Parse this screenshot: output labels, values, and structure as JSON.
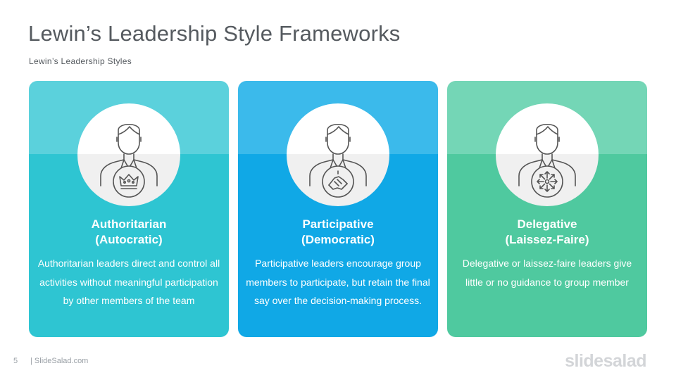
{
  "slide": {
    "title": "Lewin’s Leadership Style Frameworks",
    "subtitle": "Lewin’s Leadership Styles",
    "page_number": "5",
    "site": "| SlideSalad.com",
    "logo": "slidesalad"
  },
  "cards": [
    {
      "title_line1": "Authoritarian",
      "title_line2": "(Autocratic)",
      "description": "Authoritarian leaders direct and control all activities without meaningful participation by other members of the team",
      "icon": "crown-icon",
      "color_top": "#5bd1dc",
      "color_bottom": "#2ec5d2"
    },
    {
      "title_line1": "Participative",
      "title_line2": "(Democratic)",
      "description": "Participative leaders encourage group members to participate, but retain the final say over the decision-making process.",
      "icon": "handshake-icon",
      "color_top": "#3bbaeb",
      "color_bottom": "#10a8e6"
    },
    {
      "title_line1": "Delegative",
      "title_line2": "(Laissez-Faire)",
      "description": "Delegative or laissez-faire leaders give little or no guidance to group member",
      "icon": "arrows-out-icon",
      "color_top": "#74d6b6",
      "color_bottom": "#4fc99f"
    }
  ]
}
